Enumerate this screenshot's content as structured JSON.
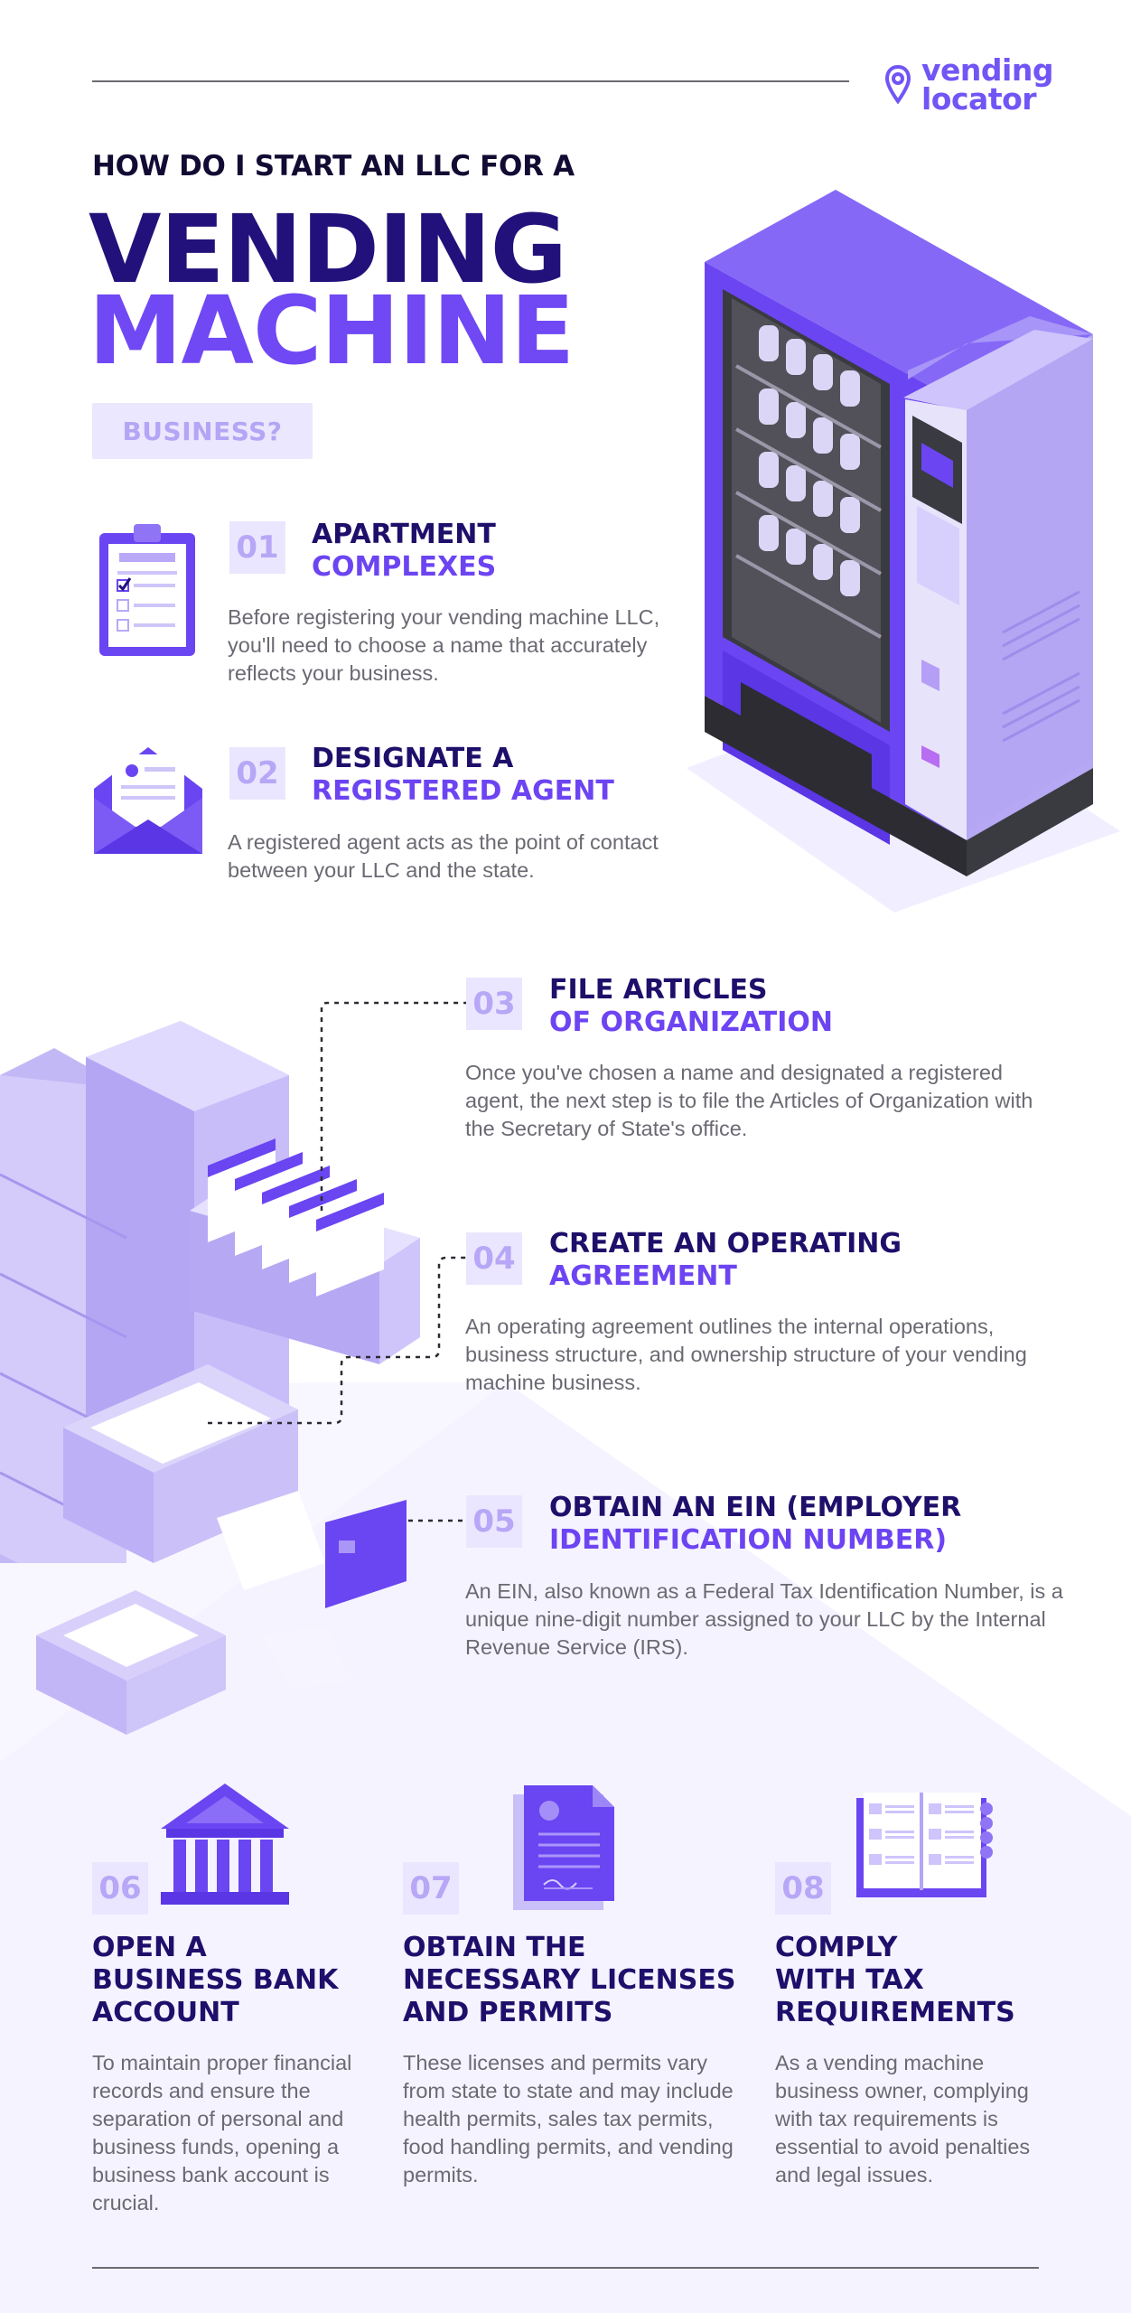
{
  "brand": {
    "line1": "vending",
    "line2": "locator"
  },
  "header": {
    "kicker": "HOW DO I START AN LLC FOR A",
    "title_line1": "VENDING",
    "title_line2": "MACHINE",
    "pill": "BUSINESS?"
  },
  "colors": {
    "dark": "#1f0f6b",
    "accent": "#6c44f2",
    "light": "#ebe6ff",
    "text": "#6a6a73"
  },
  "steps": [
    {
      "num": "01",
      "title_a": "APARTMENT",
      "title_b": "COMPLEXES",
      "desc": "Before registering your vending machine LLC, you'll need to choose a name that accurately reflects your business.",
      "icon": "clipboard-icon"
    },
    {
      "num": "02",
      "title_a": "DESIGNATE A",
      "title_b": "REGISTERED AGENT",
      "desc": "A registered agent acts as the point of contact between your LLC and the state.",
      "icon": "envelope-icon"
    },
    {
      "num": "03",
      "title_a": "FILE ARTICLES",
      "title_b": "OF ORGANIZATION",
      "desc": "Once you've chosen a name and designated a registered agent, the next step is to file the Articles of Organization with the Secretary of State's office."
    },
    {
      "num": "04",
      "title_a": "CREATE AN OPERATING",
      "title_b": "AGREEMENT",
      "desc": "An operating agreement outlines the internal operations, business structure, and ownership structure of your vending machine business."
    },
    {
      "num": "05",
      "title_a": "OBTAIN AN EIN (EMPLOYER",
      "title_b": "IDENTIFICATION NUMBER)",
      "desc": "An EIN, also known as a Federal Tax Identification Number, is a unique nine-digit number assigned to your LLC by the Internal Revenue Service (IRS)."
    },
    {
      "num": "06",
      "title": "OPEN A BUSINESS BANK ACCOUNT",
      "title_l1": "OPEN A",
      "title_l2": "BUSINESS BANK",
      "title_l3": "ACCOUNT",
      "desc": "To maintain proper financial records and ensure the separation of personal and business funds, opening a business bank account is crucial.",
      "icon": "bank-icon"
    },
    {
      "num": "07",
      "title_l1": "OBTAIN THE",
      "title_l2": "NECESSARY LICENSES",
      "title_l3": "AND PERMITS",
      "desc": "These licenses and permits vary from state to state and may include health permits, sales tax permits, food handling permits, and vending permits.",
      "icon": "document-icon"
    },
    {
      "num": "08",
      "title_l1": "COMPLY",
      "title_l2": "WITH TAX",
      "title_l3": "REQUIREMENTS",
      "desc": "As a vending machine business owner, complying with tax requirements is essential to avoid penalties and legal issues.",
      "icon": "ledger-book-icon"
    }
  ]
}
